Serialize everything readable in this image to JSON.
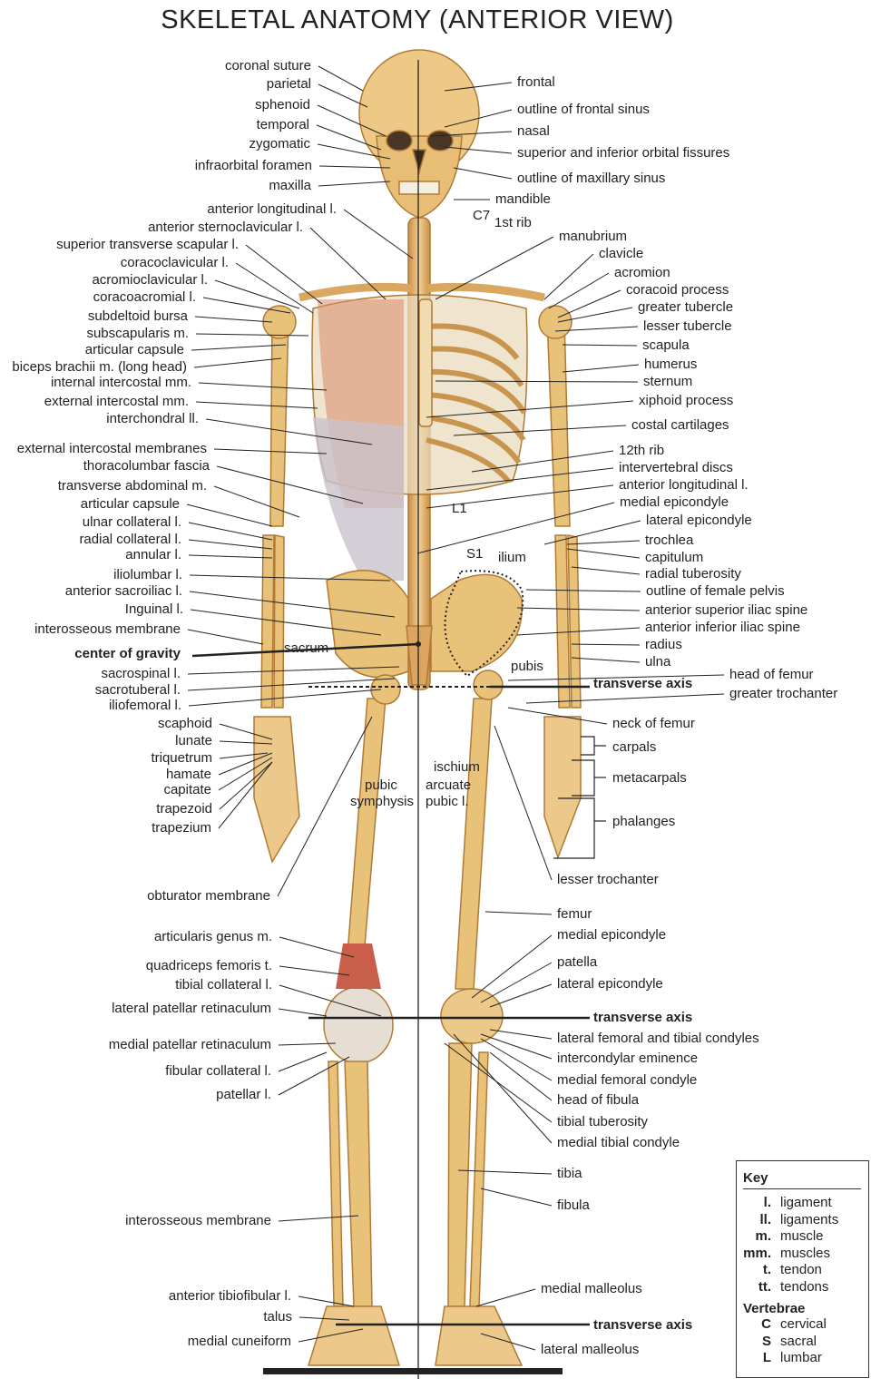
{
  "title": "SKELETAL ANATOMY (ANTERIOR VIEW)",
  "labels_left": [
    "coronal suture",
    "parietal",
    "sphenoid",
    "temporal",
    "zygomatic",
    "infraorbital foramen",
    "maxilla",
    "anterior longitudinal l.",
    "anterior sternoclavicular l.",
    "superior transverse scapular l.",
    "coracoclavicular l.",
    "acromioclavicular l.",
    "coracoacromial l.",
    "subdeltoid bursa",
    "subscapularis m.",
    "articular capsule",
    "biceps brachii m. (long head)",
    "internal intercostal mm.",
    "external intercostal mm.",
    "interchondral ll.",
    "external intercostal membranes",
    "thoracolumbar fascia",
    "transverse abdominal m.",
    "articular capsule",
    "ulnar collateral l.",
    "radial collateral l.",
    "annular l.",
    "iliolumbar l.",
    "anterior sacroiliac l.",
    "Inguinal l.",
    "interosseous membrane",
    "center of gravity",
    "sacrospinal l.",
    "sacrotuberal l.",
    "iliofemoral l.",
    "scaphoid",
    "lunate",
    "triquetrum",
    "hamate",
    "capitate",
    "trapezoid",
    "trapezium",
    "obturator membrane",
    "articularis genus m.",
    "quadriceps femoris t.",
    "tibial collateral l.",
    "lateral patellar retinaculum",
    "medial patellar retinaculum",
    "fibular collateral l.",
    "patellar l.",
    "interosseous membrane",
    "anterior tibiofibular l.",
    "talus",
    "medial cuneiform"
  ],
  "labels_right": [
    "frontal",
    "outline of frontal sinus",
    "nasal",
    "superior and inferior orbital fissures",
    "outline of maxillary sinus",
    "mandible",
    "manubrium",
    "clavicle",
    "acromion",
    "coracoid process",
    "greater tubercle",
    "lesser tubercle",
    "scapula",
    "humerus",
    "sternum",
    "xiphoid process",
    "costal cartilages",
    "12th rib",
    "intervertebral discs",
    "anterior longitudinal l.",
    "medial epicondyle",
    "lateral epicondyle",
    "trochlea",
    "capitulum",
    "radial tuberosity",
    "outline of female pelvis",
    "anterior superior iliac spine",
    "anterior inferior iliac spine",
    "radius",
    "ulna",
    "transverse axis",
    "head of femur",
    "greater trochanter",
    "neck of femur",
    "carpals",
    "metacarpals",
    "phalanges",
    "lesser trochanter",
    "femur",
    "medial epicondyle",
    "patella",
    "lateral epicondyle",
    "transverse axis",
    "lateral femoral and tibial condyles",
    "intercondylar eminence",
    "medial femoral condyle",
    "head of fibula",
    "tibial tuberosity",
    "medial tibial condyle",
    "tibia",
    "fibula",
    "medial malleolus",
    "transverse axis",
    "lateral malleolus"
  ],
  "labels_body": [
    "C7",
    "1st rib",
    "L1",
    "S1",
    "ilium",
    "sacrum",
    "pubis",
    "pubic",
    "symphysis",
    "ischium",
    "arcuate",
    "pubic l."
  ],
  "key": {
    "title": "Key",
    "rows": [
      {
        "abbr": "l.",
        "text": "ligament"
      },
      {
        "abbr": "ll.",
        "text": "ligaments"
      },
      {
        "abbr": "m.",
        "text": "muscle"
      },
      {
        "abbr": "mm.",
        "text": "muscles"
      },
      {
        "abbr": "t.",
        "text": "tendon"
      },
      {
        "abbr": "tt.",
        "text": "tendons"
      }
    ],
    "vertebrae_title": "Vertebrae",
    "vertebrae": [
      {
        "abbr": "C",
        "text": "cervical"
      },
      {
        "abbr": "S",
        "text": "sacral"
      },
      {
        "abbr": "L",
        "text": "lumbar"
      }
    ]
  },
  "colors": {
    "bone": "#e9c27a",
    "bone_dark": "#c89048",
    "muscle": "#d98a6b",
    "membrane": "#c9c2cc",
    "ink": "#222222"
  }
}
